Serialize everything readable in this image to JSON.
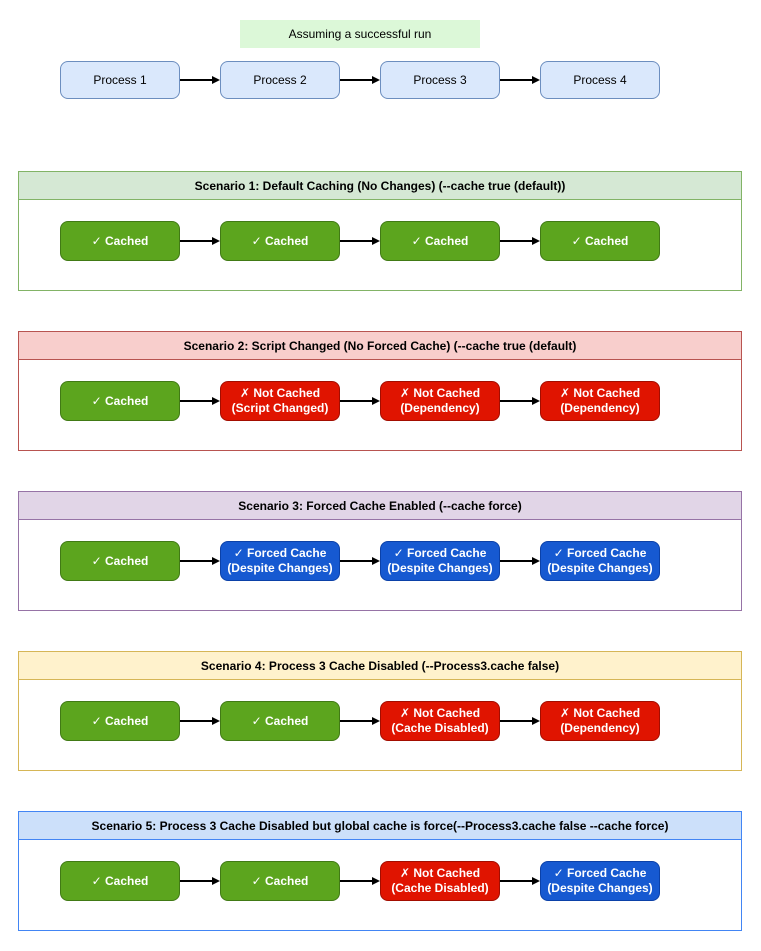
{
  "top_label": {
    "text": "Assuming a successful run",
    "bg": "#DCF8D8"
  },
  "process_row": {
    "fill": "#DAE8FC",
    "border": "#6C8EBF",
    "boxes": [
      {
        "label": "Process 1"
      },
      {
        "label": "Process 2"
      },
      {
        "label": "Process 3"
      },
      {
        "label": "Process 4"
      }
    ]
  },
  "node_styles": {
    "green": {
      "fill": "#5CA51E",
      "border": "#417A15"
    },
    "red": {
      "fill": "#E01400",
      "border": "#A30D00"
    },
    "blue": {
      "fill": "#1659D1",
      "border": "#0B41A8"
    }
  },
  "scenarios": [
    {
      "title": "Scenario 1: Default Caching (No Changes) (--cache true (default))",
      "header_fill": "#D5E8D4",
      "border": "#82B366",
      "boxes": [
        {
          "type": "green",
          "line1": "✓ Cached"
        },
        {
          "type": "green",
          "line1": "✓ Cached"
        },
        {
          "type": "green",
          "line1": "✓ Cached"
        },
        {
          "type": "green",
          "line1": "✓ Cached"
        }
      ]
    },
    {
      "title": "Scenario 2: Script Changed (No Forced Cache) (--cache true (default)",
      "header_fill": "#F8CECC",
      "border": "#B85450",
      "boxes": [
        {
          "type": "green",
          "line1": "✓ Cached"
        },
        {
          "type": "red",
          "line1": "✗ Not Cached",
          "line2": "(Script Changed)"
        },
        {
          "type": "red",
          "line1": "✗ Not Cached",
          "line2": "(Dependency)"
        },
        {
          "type": "red",
          "line1": "✗ Not Cached",
          "line2": "(Dependency)"
        }
      ]
    },
    {
      "title": "Scenario 3: Forced Cache Enabled (--cache force)",
      "header_fill": "#E1D5E7",
      "border": "#9673A6",
      "boxes": [
        {
          "type": "green",
          "line1": "✓ Cached"
        },
        {
          "type": "blue",
          "line1": "✓ Forced Cache",
          "line2": "(Despite Changes)"
        },
        {
          "type": "blue",
          "line1": "✓ Forced Cache",
          "line2": "(Despite Changes)"
        },
        {
          "type": "blue",
          "line1": "✓ Forced Cache",
          "line2": "(Despite Changes)"
        }
      ]
    },
    {
      "title": "Scenario 4: Process 3 Cache Disabled (--Process3.cache false)",
      "header_fill": "#FFF2CC",
      "border": "#D6B656",
      "boxes": [
        {
          "type": "green",
          "line1": "✓ Cached"
        },
        {
          "type": "green",
          "line1": "✓ Cached"
        },
        {
          "type": "red",
          "line1": "✗ Not Cached",
          "line2": "(Cache Disabled)"
        },
        {
          "type": "red",
          "line1": "✗ Not Cached",
          "line2": "(Dependency)"
        }
      ]
    },
    {
      "title": "Scenario 5: Process 3 Cache Disabled but global cache is force(--Process3.cache false --cache force)",
      "header_fill": "#CCE0FA",
      "border": "#4285F4",
      "boxes": [
        {
          "type": "green",
          "line1": "✓ Cached"
        },
        {
          "type": "green",
          "line1": "✓ Cached"
        },
        {
          "type": "red",
          "line1": "✗ Not Cached",
          "line2": "(Cache Disabled)"
        },
        {
          "type": "blue",
          "line1": "✓ Forced Cache",
          "line2": "(Despite Changes)"
        }
      ]
    }
  ]
}
